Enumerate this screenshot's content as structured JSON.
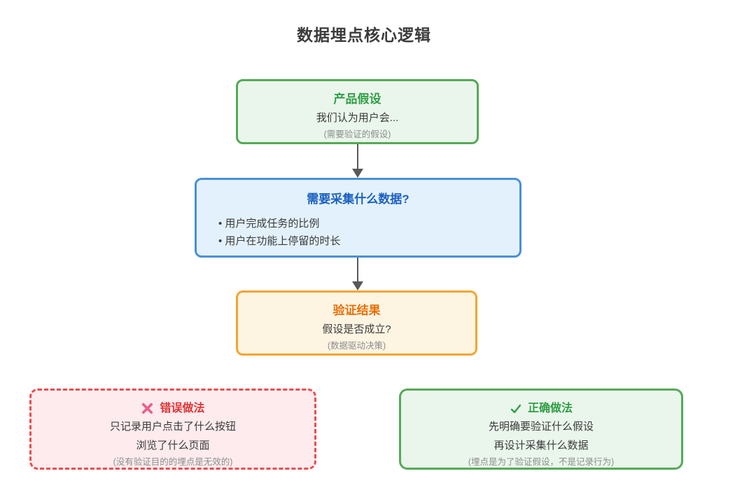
{
  "title": "数据埋点核心逻辑",
  "flow": {
    "step1": {
      "title": "产品假设",
      "body": "我们认为用户会...",
      "note": "(需要验证的假设)"
    },
    "step2": {
      "title": "需要采集什么数据?",
      "bullets": [
        "• 用户完成任务的比例",
        "• 用户在功能上停留的时长"
      ]
    },
    "step3": {
      "title": "验证结果",
      "body": "假设是否成立?",
      "note": "(数据驱动决策)"
    },
    "arrows": [
      "arrow-down",
      "arrow-down"
    ]
  },
  "comparison": {
    "wrong": {
      "icon": "x-icon",
      "title": "错误做法",
      "lines": [
        "只记录用户点击了什么按钮",
        "浏览了什么页面"
      ],
      "note": "(没有验证目的的埋点是无效的)"
    },
    "right": {
      "icon": "check-icon",
      "title": "正确做法",
      "lines": [
        "先明确要验证什么假设",
        "再设计采集什么数据"
      ],
      "note": "(埋点是为了验证假设，不是记录行为)"
    }
  },
  "colors": {
    "background": "#ffffff",
    "title_text": "#3b3b3b",
    "green_border": "#55a957",
    "green_fill": "#eaf6ec",
    "green_accent": "#2f9e44",
    "blue_border": "#4a90d5",
    "blue_fill": "#e3f1fc",
    "blue_accent": "#1a60c2",
    "orange_border": "#f3a52f",
    "orange_fill": "#fdf4e2",
    "orange_accent": "#e8710a",
    "red_border": "#e94e4e",
    "red_fill": "#fdebee",
    "red_accent": "#e03434",
    "x_icon_pink": "#e9618f",
    "arrow_gray": "#595959",
    "body_text": "#3b3b3b",
    "note_text": "#8d8d8d"
  }
}
